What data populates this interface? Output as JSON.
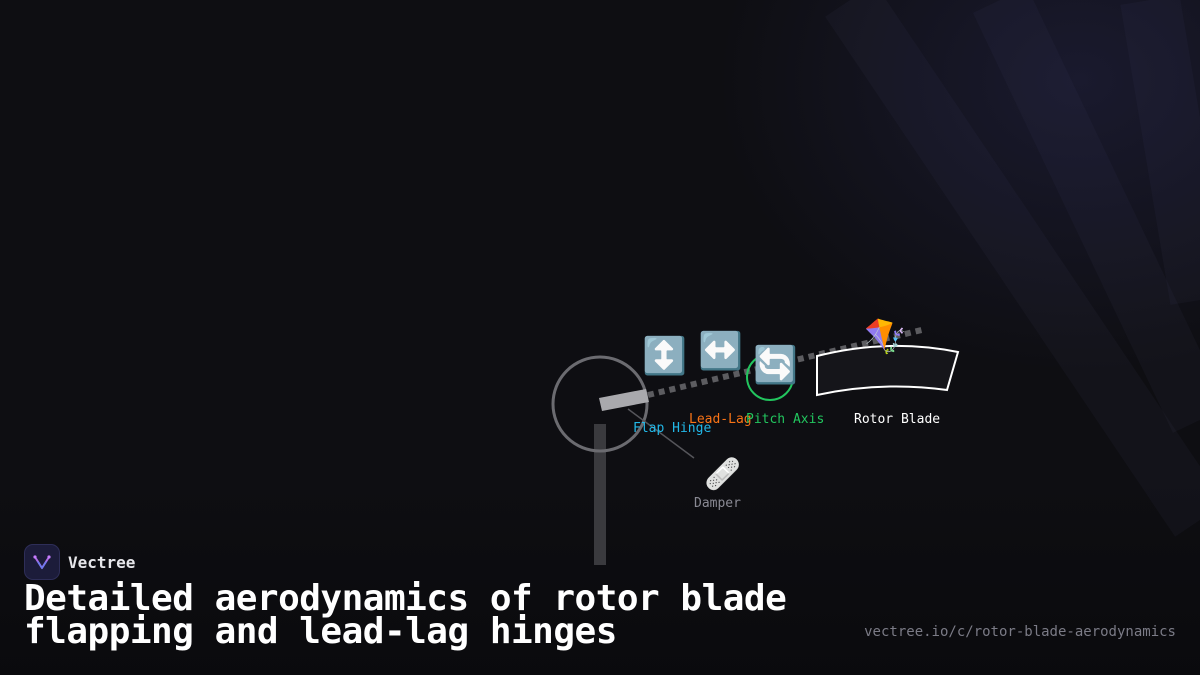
{
  "diagram": {
    "labels": {
      "flap_hinge": "Flap Hinge",
      "lead_lag": "Lead-Lag",
      "pitch_axis": "Pitch Axis",
      "rotor_blade": "Rotor Blade",
      "damper": "Damper"
    },
    "icons": {
      "flap": "↕️",
      "lead_lag": "↔️",
      "pitch": "🔄",
      "blade": "🪁",
      "damper": "🩹"
    },
    "colors": {
      "flap_hinge": "#22b8e8",
      "lead_lag": "#f97316",
      "pitch_axis": "#22c55e",
      "rotor_blade": "#ffffff",
      "damper": "#8a8a94",
      "hub": "#6b6b70"
    }
  },
  "brand": {
    "name": "Vectree"
  },
  "title": {
    "line1": "Detailed aerodynamics of rotor blade",
    "line2": "flapping and lead-lag hinges"
  },
  "url": "vectree.io/c/rotor-blade-aerodynamics"
}
